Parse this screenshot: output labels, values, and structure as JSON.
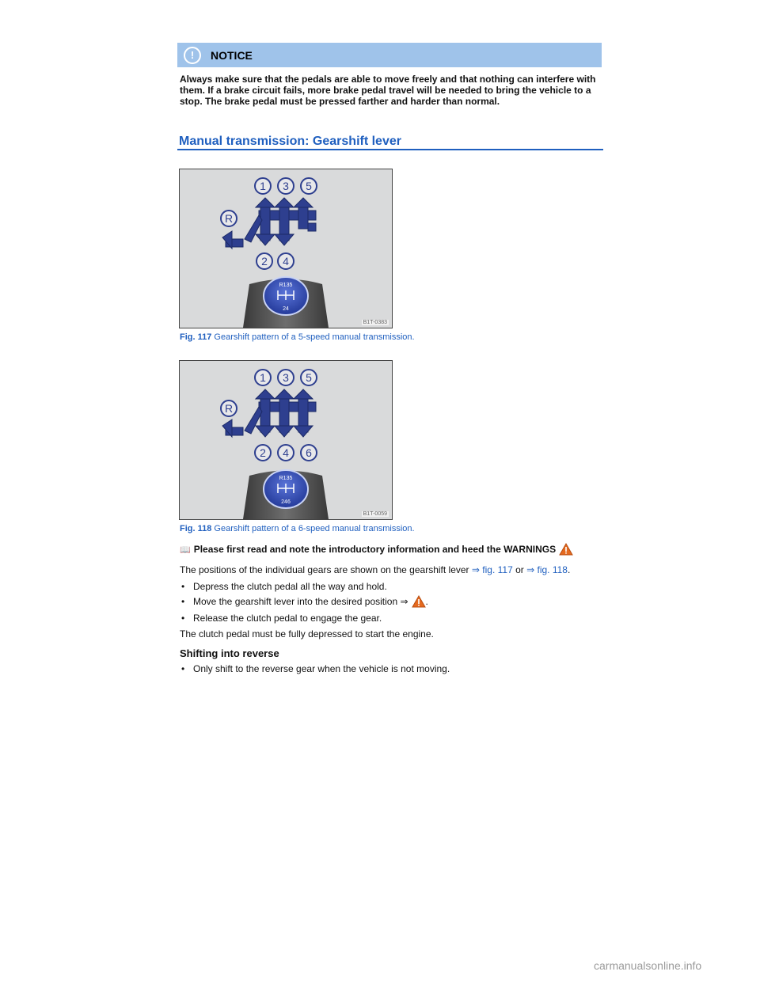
{
  "notice": {
    "icon": "exclamation-circle-icon",
    "title": "NOTICE",
    "text": "Always make sure that the pedals are able to move freely and that nothing can interfere with them. If a brake circuit fails, more brake pedal travel will be needed to bring the vehicle to a stop. The brake pedal must be pressed farther and harder than normal."
  },
  "section": {
    "title": "Manual transmission: Gearshift lever"
  },
  "figures": [
    {
      "code": "B1T-0383",
      "label": "Fig. 117",
      "caption": "Gearshift pattern of a 5-speed manual transmission.",
      "reverse": "R",
      "top_gears": [
        "1",
        "3",
        "5"
      ],
      "bottom_gears": [
        "2",
        "4"
      ],
      "knob_top": "R135",
      "knob_bottom": "24"
    },
    {
      "code": "B1T-0059",
      "label": "Fig. 118",
      "caption": "Gearshift pattern of a 6-speed manual transmission.",
      "reverse": "R",
      "top_gears": [
        "1",
        "3",
        "5"
      ],
      "bottom_gears": [
        "2",
        "4",
        "6"
      ],
      "knob_top": "R135",
      "knob_bottom": "246"
    }
  ],
  "intro": {
    "icon": "book-icon",
    "text": "Please first read and note the introductory information and heed the WARNINGS",
    "warn_icon": "warning-triangle-icon"
  },
  "body": {
    "positions_pre": "The positions of the individual gears are shown on the gearshift lever ",
    "link1": "⇒ fig. 117",
    "or": " or ",
    "link2": "⇒ fig. 118",
    "end": ".",
    "bullets": [
      "Depress the clutch pedal all the way and hold.",
      "Move the gearshift lever into the desired position ⇒",
      "Release the clutch pedal to engage the gear."
    ],
    "clutch_note": "The clutch pedal must be fully depressed to start the engine.",
    "reverse_head": "Shifting into reverse",
    "reverse_bullet": "Only shift to the reverse gear when the vehicle is not moving."
  },
  "bullet_char": "•",
  "watermark": "carmanualsonline.info",
  "colors": {
    "accent": "#1f5fbf",
    "notice_bar": "#9fc3ea",
    "gear_blue": "#2e3f8f"
  }
}
